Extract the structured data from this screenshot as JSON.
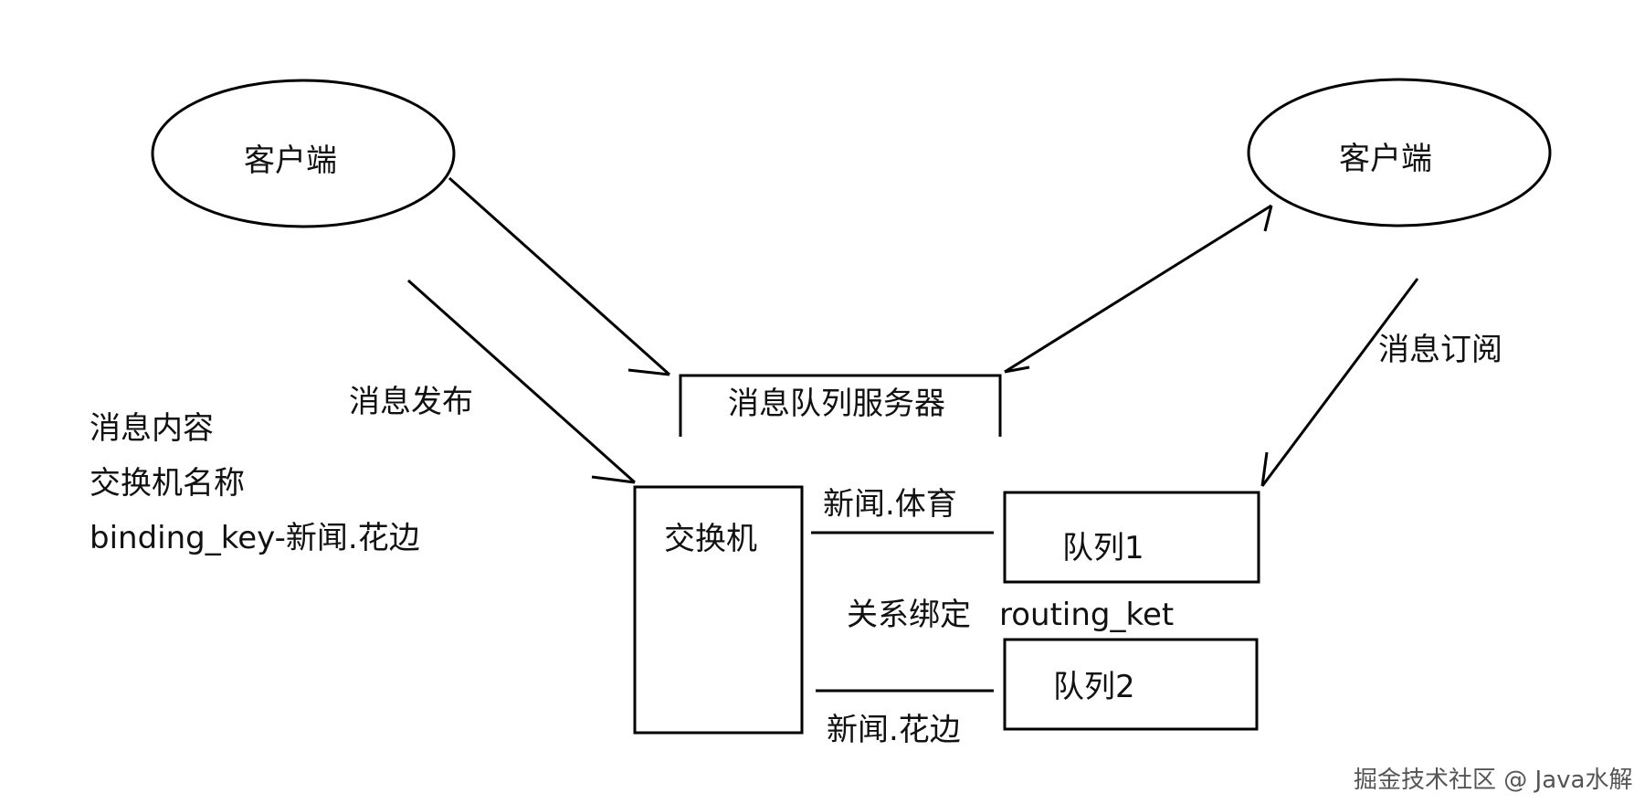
{
  "client_left": "客户端",
  "client_right": "客户端",
  "server_label": "消息队列服务器",
  "publish_label": "消息发布",
  "subscribe_label": "消息订阅",
  "message_info": [
    "消息内容",
    "交换机名称",
    "binding_key-新闻.花边"
  ],
  "exchange_label": "交换机",
  "binding_top": "新闻.体育",
  "binding_bottom": "新闻.花边",
  "binding_relation": "关系绑定",
  "routing_key": "routing_ket",
  "queue1": "队列1",
  "queue2": "队列2",
  "watermark": "掘金技术社区 @ Java水解"
}
